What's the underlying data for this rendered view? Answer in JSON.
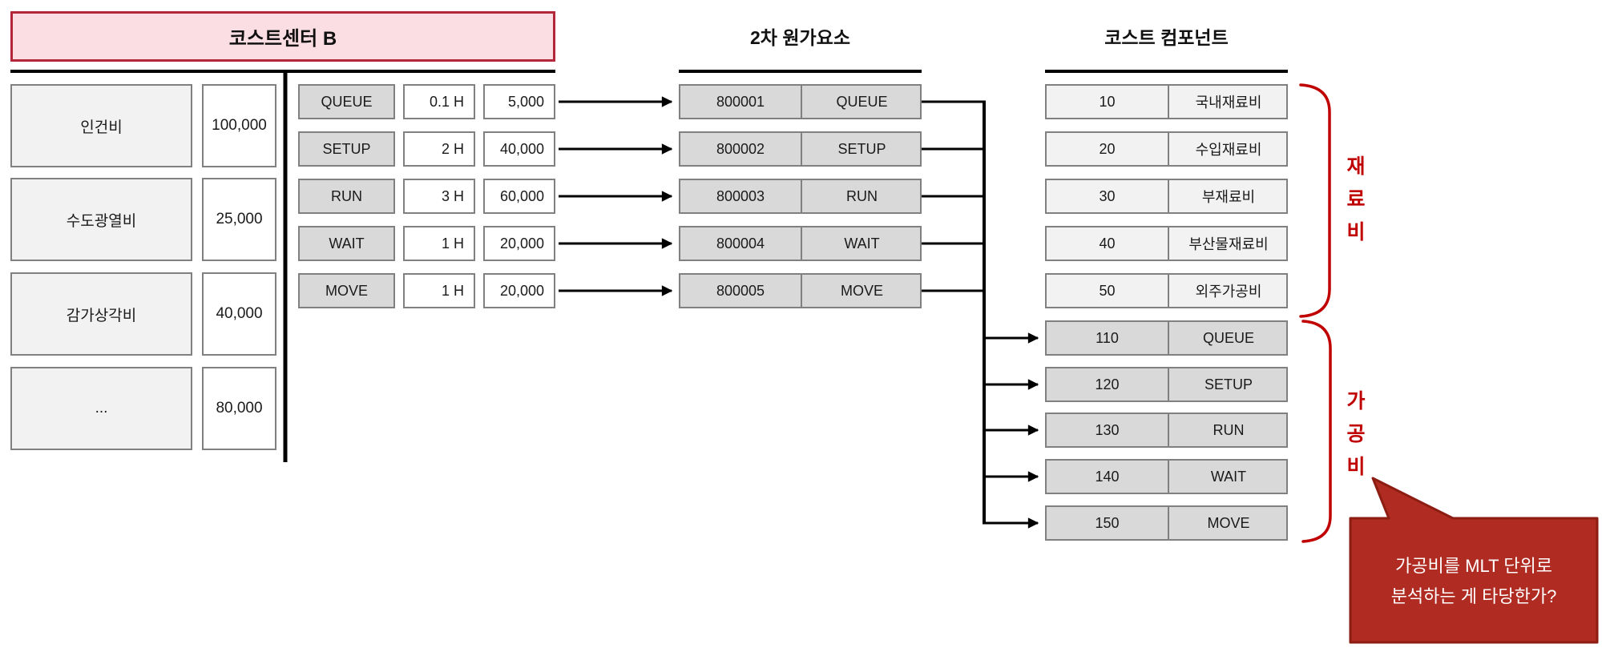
{
  "cost_center": {
    "title": "코스트센터 B",
    "accounts": [
      {
        "label": "인건비",
        "amount": "100,000"
      },
      {
        "label": "수도광열비",
        "amount": "25,000"
      },
      {
        "label": "감가상각비",
        "amount": "40,000"
      },
      {
        "label": "...",
        "amount": "80,000"
      }
    ],
    "activities": [
      {
        "label": "QUEUE",
        "hours": "0.1 H",
        "amount": "5,000"
      },
      {
        "label": "SETUP",
        "hours": "2 H",
        "amount": "40,000"
      },
      {
        "label": "RUN",
        "hours": "3 H",
        "amount": "60,000"
      },
      {
        "label": "WAIT",
        "hours": "1 H",
        "amount": "20,000"
      },
      {
        "label": "MOVE",
        "hours": "1 H",
        "amount": "20,000"
      }
    ]
  },
  "secondary_cost_elements": {
    "title": "2차 원가요소",
    "rows": [
      {
        "code": "800001",
        "label": "QUEUE"
      },
      {
        "code": "800002",
        "label": "SETUP"
      },
      {
        "code": "800003",
        "label": "RUN"
      },
      {
        "code": "800004",
        "label": "WAIT"
      },
      {
        "code": "800005",
        "label": "MOVE"
      }
    ]
  },
  "cost_components": {
    "title": "코스트 컴포넌트",
    "material_rows": [
      {
        "code": "10",
        "label": "국내재료비"
      },
      {
        "code": "20",
        "label": "수입재료비"
      },
      {
        "code": "30",
        "label": "부재료비"
      },
      {
        "code": "40",
        "label": "부산물재료비"
      },
      {
        "code": "50",
        "label": "외주가공비"
      }
    ],
    "processing_rows": [
      {
        "code": "110",
        "label": "QUEUE"
      },
      {
        "code": "120",
        "label": "SETUP"
      },
      {
        "code": "130",
        "label": "RUN"
      },
      {
        "code": "140",
        "label": "WAIT"
      },
      {
        "code": "150",
        "label": "MOVE"
      }
    ]
  },
  "brackets": {
    "material_label": "재료비",
    "processing_label": "가공비"
  },
  "callout": {
    "lines": [
      "가공비를 MLT 단위로",
      "분석하는 게 타당한가?"
    ]
  },
  "colors": {
    "header_fill": "#fbdee3",
    "header_border": "#b3273a",
    "box_border": "#808080",
    "gray_dark": "#d9d9d9",
    "gray_light": "#f2f2f2",
    "accent_red": "#c00000",
    "callout_fill": "#b02b22",
    "callout_border": "#8c1d12"
  }
}
